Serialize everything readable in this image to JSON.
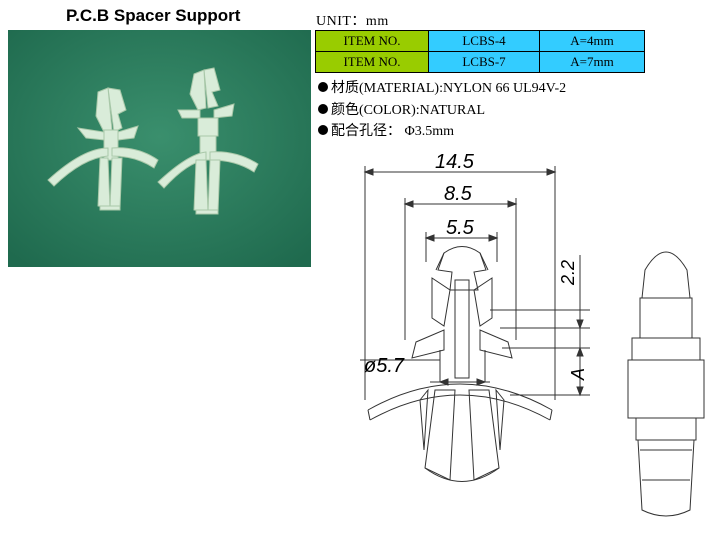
{
  "title": "P.C.B Spacer Support",
  "unit": "UNIT：mm",
  "table": {
    "rows": [
      {
        "item": "ITEM NO.",
        "code": "LCBS-4",
        "dim": "A=4mm"
      },
      {
        "item": "ITEM NO.",
        "code": "LCBS-7",
        "dim": "A=7mm"
      }
    ]
  },
  "properties": [
    "材质(MATERIAL):NYLON 66 UL94V-2",
    "颜色(COLOR):NATURAL",
    "配合孔径： Φ3.5mm"
  ],
  "drawing": {
    "dim_total_width": "14.5",
    "dim_width_2": "8.5",
    "dim_width_3": "5.5",
    "dim_diameter": "ø5.7",
    "dim_top_height": "2.2",
    "dim_a": "A"
  }
}
